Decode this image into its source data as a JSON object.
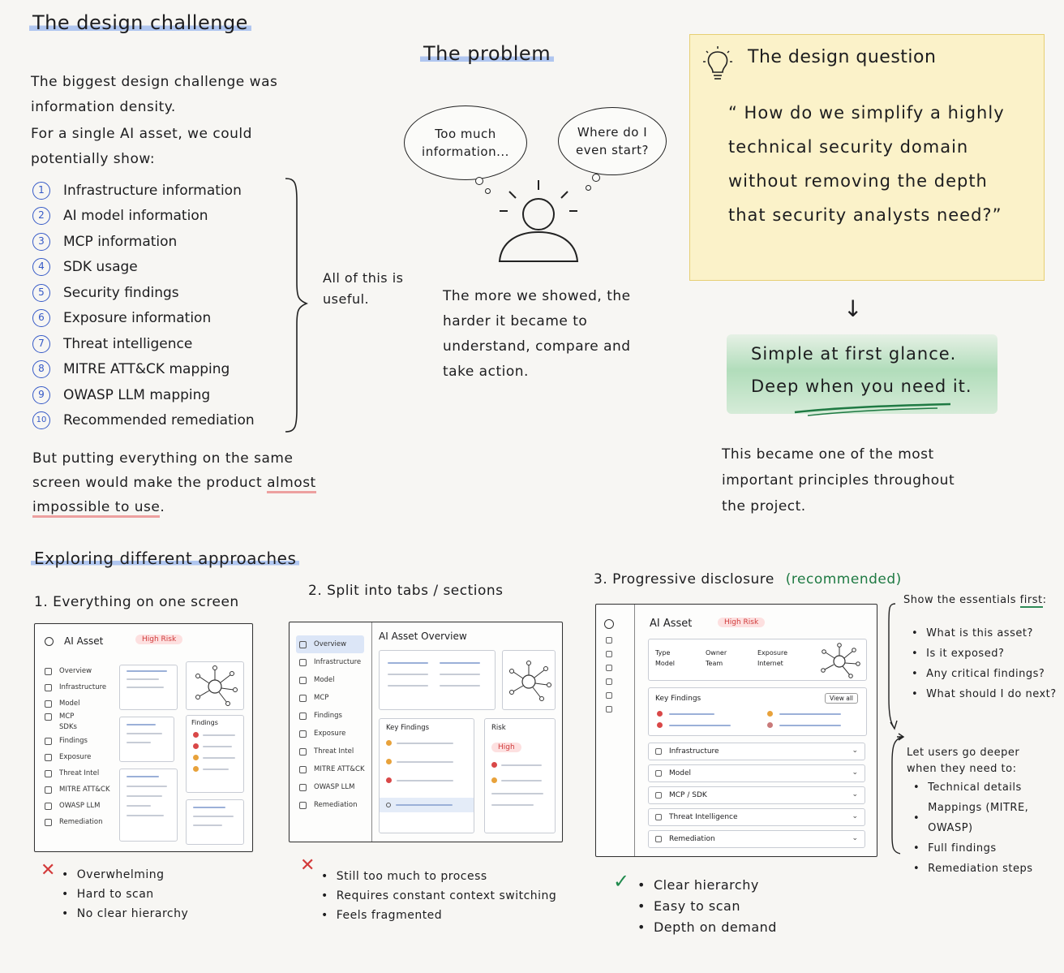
{
  "challenge": {
    "title": "The design challenge",
    "p1": "The biggest design challenge was information density.",
    "p2": "For a single AI asset, we could potentially show:",
    "items": [
      {
        "n": "1",
        "label": "Infrastructure information"
      },
      {
        "n": "2",
        "label": "AI model information"
      },
      {
        "n": "3",
        "label": "MCP information"
      },
      {
        "n": "4",
        "label": "SDK usage"
      },
      {
        "n": "5",
        "label": "Security findings"
      },
      {
        "n": "6",
        "label": "Exposure information"
      },
      {
        "n": "7",
        "label": "Threat intelligence"
      },
      {
        "n": "8",
        "label": "MITRE ATT&CK mapping"
      },
      {
        "n": "9",
        "label": "OWASP LLM mapping"
      },
      {
        "n": "10",
        "label": "Recommended remediation"
      }
    ],
    "brace_note": "All of this is useful.",
    "conclusion_a": "But putting everything on the same screen would make the product",
    "conclusion_b": "almost impossible to use",
    "conclusion_c": "."
  },
  "problem": {
    "title": "The problem",
    "bubble_left": "Too much information...",
    "bubble_right": "Where do I even start?",
    "text": "The more we showed, the harder it became to understand, compare and take action."
  },
  "question": {
    "title": "The design question",
    "quote": "“ How do we simplify a highly technical security domain without removing the depth that security analysts need?”",
    "arrow": "↓",
    "principle_1": "Simple at first glance.",
    "principle_2": "Deep when you need it.",
    "note": "This became one of the most important principles throughout the project."
  },
  "approaches": {
    "title": "Exploring different approaches",
    "a1": {
      "heading": "1.  Everything on one screen",
      "window_title": "AI Asset",
      "badge": "High Risk",
      "nav": [
        "Overview",
        "Infrastructure",
        "Model",
        "MCP",
        "SDKs",
        "Findings",
        "Exposure",
        "Threat Intel",
        "MITRE ATT&CK",
        "OWASP LLM",
        "Remediation"
      ],
      "findings_label": "Findings",
      "mark": "✕",
      "cons": [
        "Overwhelming",
        "Hard to scan",
        "No clear hierarchy"
      ]
    },
    "a2": {
      "heading": "2.  Split into tabs / sections",
      "window_title": "AI Asset Overview",
      "nav": [
        "Overview",
        "Infrastructure",
        "Model",
        "MCP",
        "Findings",
        "Exposure",
        "Threat Intel",
        "MITRE ATT&CK",
        "OWASP LLM",
        "Remediation"
      ],
      "key_findings": "Key Findings",
      "risk": "Risk",
      "risk_level": "High",
      "mark": "✕",
      "cons": [
        "Still too much to process",
        "Requires constant context switching",
        "Feels fragmented"
      ]
    },
    "a3": {
      "heading": "3.  Progressive disclosure",
      "recommended": "(recommended)",
      "window_title": "AI Asset",
      "badge": "High Risk",
      "meta": [
        {
          "k": "Type",
          "v": "Model"
        },
        {
          "k": "Owner",
          "v": "Team"
        },
        {
          "k": "Exposure",
          "v": "Internet"
        }
      ],
      "key_findings": "Key Findings",
      "view_all": "View all",
      "sections": [
        "Infrastructure",
        "Model",
        "MCP / SDK",
        "Threat Intelligence",
        "Remediation"
      ],
      "mark": "✓",
      "pros": [
        "Clear hierarchy",
        "Easy to scan",
        "Depth on demand"
      ],
      "essentials_title_a": "Show the essentials",
      "essentials_title_b": "first",
      "essentials_title_c": ":",
      "essentials": [
        "What is this asset?",
        "Is it exposed?",
        "Any critical findings?",
        "What should I do next?"
      ],
      "deeper_title": "Let users go deeper when they need to:",
      "deeper": [
        "Technical details",
        "Mappings (MITRE, OWASP)",
        "Full findings",
        "Remediation steps"
      ]
    }
  },
  "colors": {
    "accent_blue": "#3559c7",
    "highlight_yellow": "#fbf2c9",
    "highlight_green": "#78c88c",
    "risk_red": "#d94848"
  }
}
